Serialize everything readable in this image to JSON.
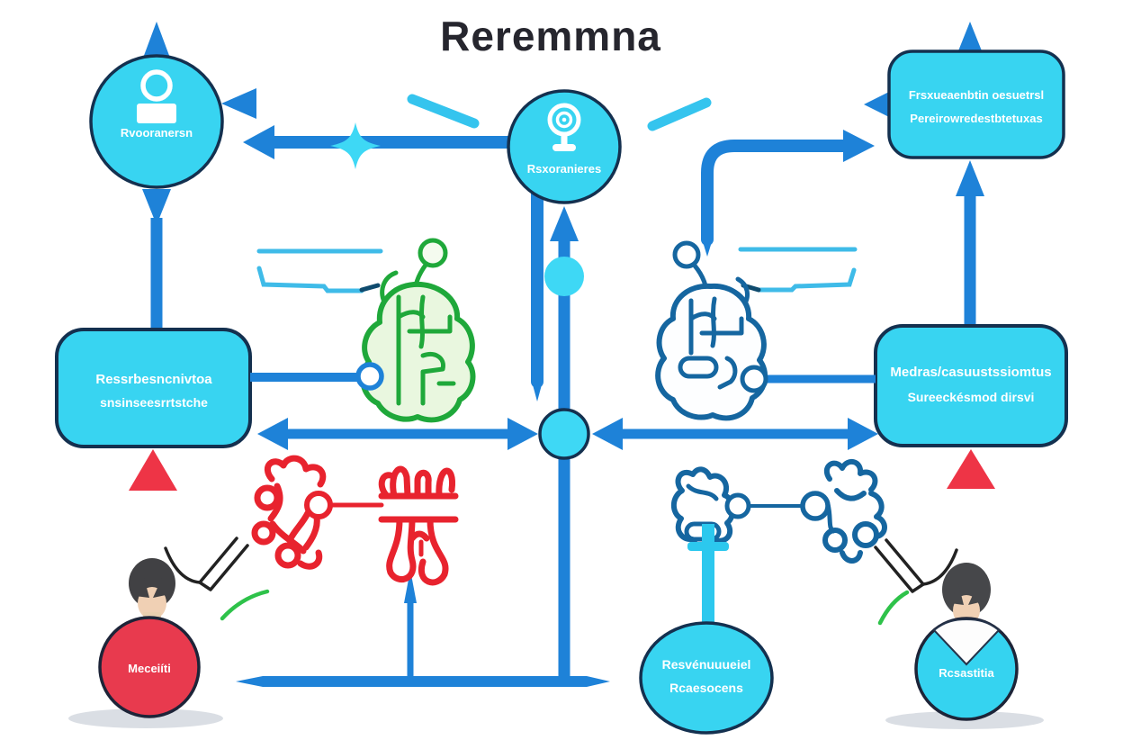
{
  "title": "Reremmna",
  "palette": {
    "cyan_fill": "#38d4f1",
    "cyan_bright": "#3ed8f5",
    "navy_border": "#14304f",
    "blue_line": "#1e82d8",
    "light_blue": "#3fc0ec",
    "red": "#e8344a",
    "red_stroke": "#e8232e",
    "green": "#1fa83a",
    "steel_blue": "#1566a0",
    "cyan_t": "#2cc8ee",
    "title_color": "#26262e",
    "skin": "#f0d0b4",
    "hair": "#414144",
    "shadow": "#dadee4",
    "white": "#ffffff"
  },
  "nodes": {
    "top_left_circle": {
      "label": "Rvooranersn",
      "icon": "person-icon"
    },
    "top_center_circle": {
      "label": "Rsxoranieres",
      "icon": "webcam-icon"
    },
    "top_right_box": {
      "line1": "Frsxueaenbtin oesuetrsl",
      "line2": "Pereirowredestbtetuxas"
    },
    "mid_left_box": {
      "line1": "Ressrbesncnivtoa",
      "line2": "snsinseesrrtstche"
    },
    "mid_right_box": {
      "line1": "Medras/casuustssiomtus",
      "line2": "Sureeckésmod dirsvi"
    },
    "bottom_left_circle": {
      "label": "Meceiíti"
    },
    "bottom_center_ellipse": {
      "line1": "Resvénuuueiel",
      "line2": "Rcaesocens"
    },
    "bottom_right_circle": {
      "label": "Rcsastitia"
    }
  }
}
